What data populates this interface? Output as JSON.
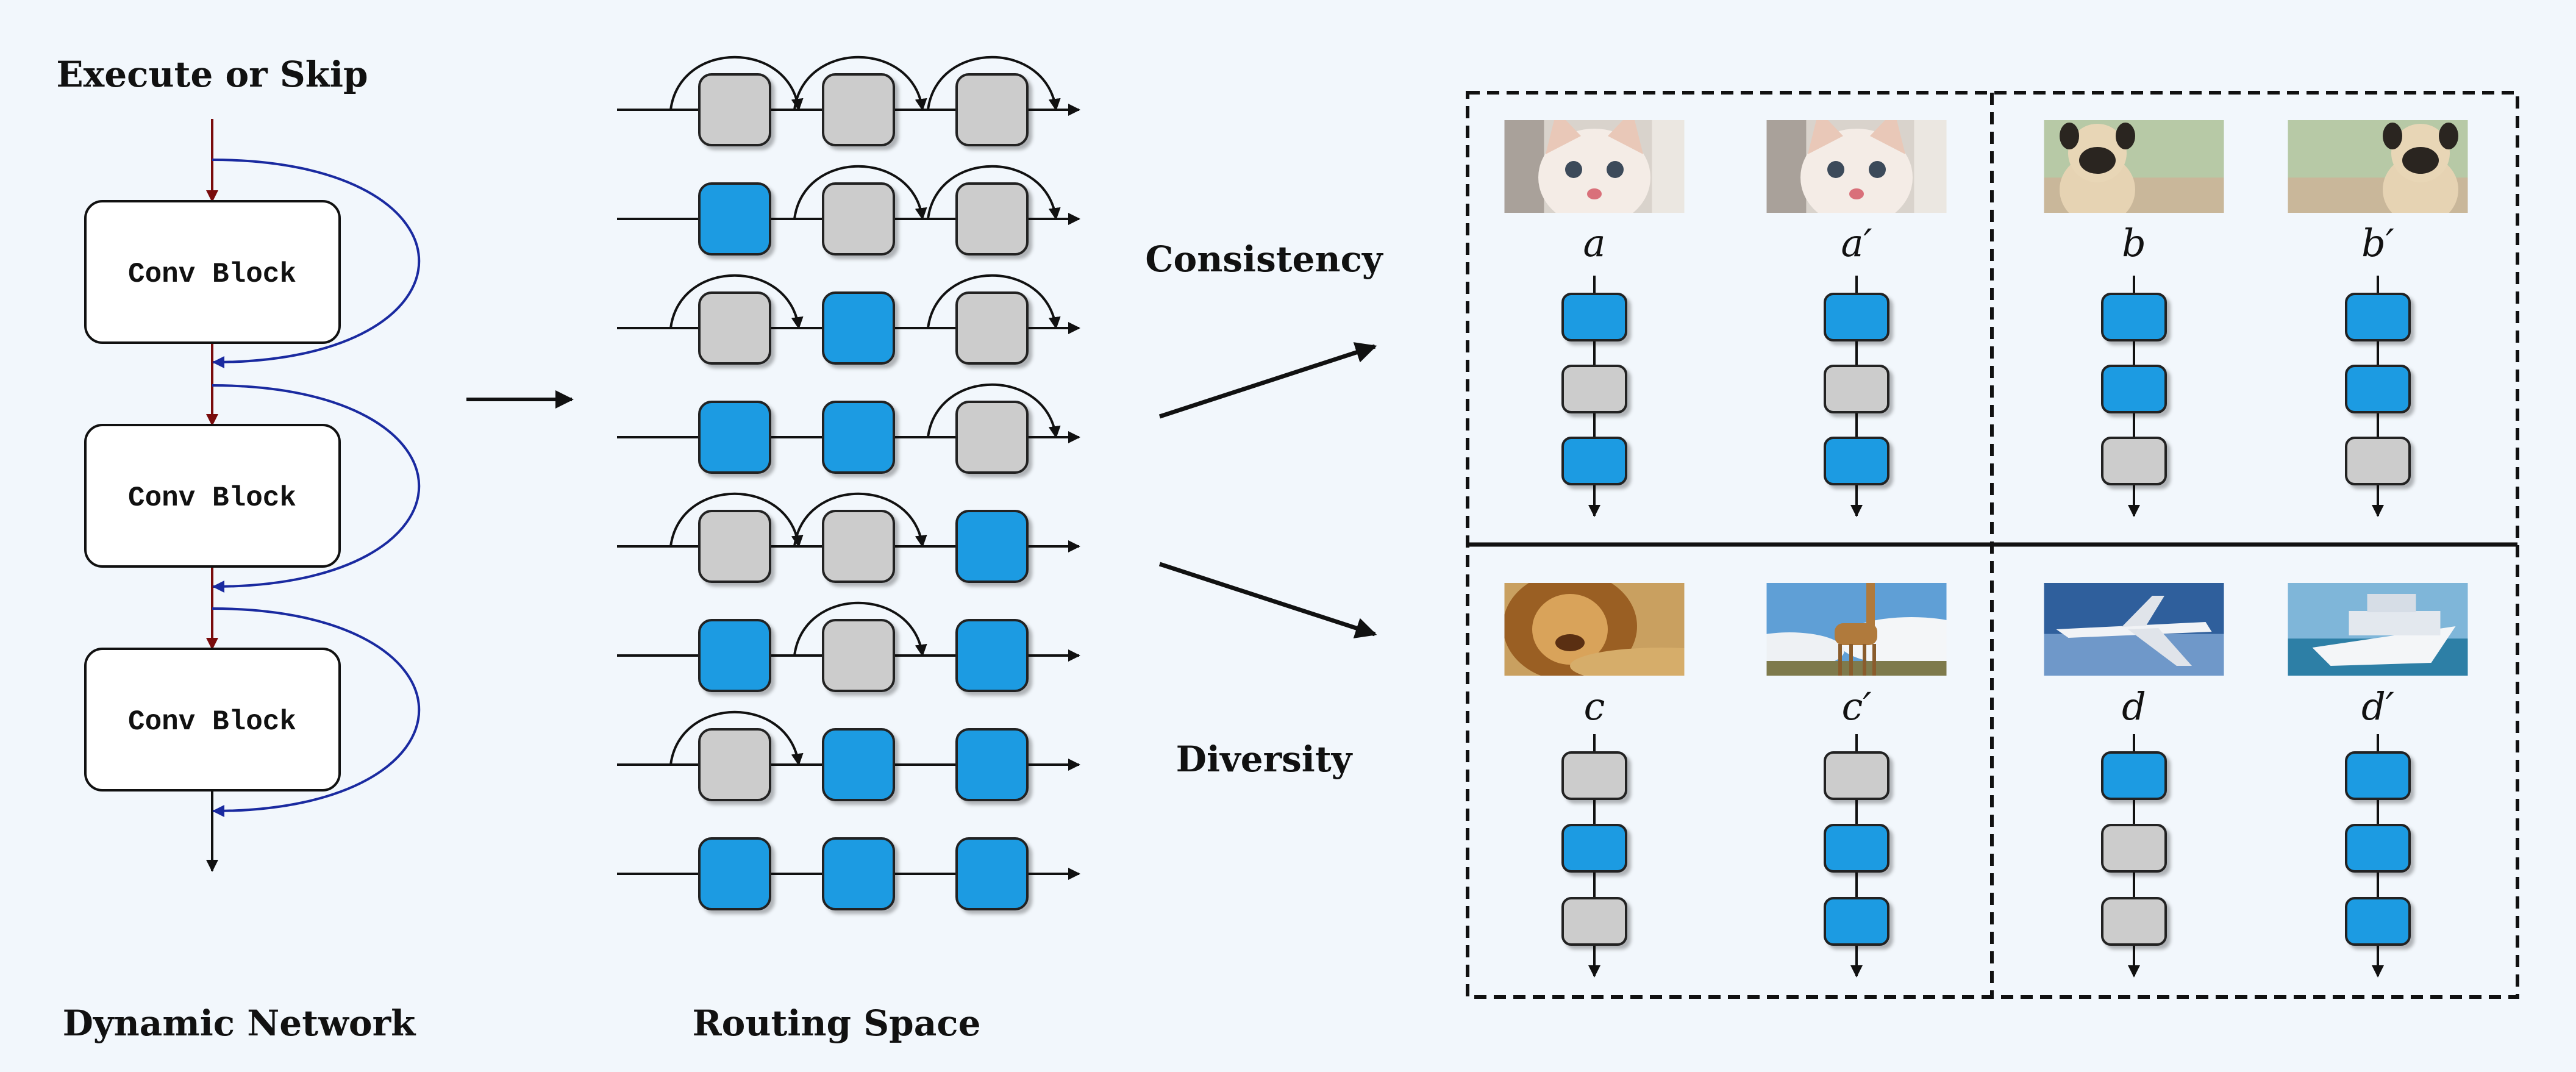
{
  "labels": {
    "execute_or_skip": "Execute or Skip",
    "dynamic_network": "Dynamic Network",
    "routing_space": "Routing Space",
    "consistency": "Consistency",
    "diversity": "Diversity"
  },
  "conv_blocks": [
    "Conv Block",
    "Conv Block",
    "Conv Block"
  ],
  "routing_rows": [
    [
      "skip",
      "skip",
      "skip"
    ],
    [
      "exec",
      "skip",
      "skip"
    ],
    [
      "skip",
      "exec",
      "skip"
    ],
    [
      "exec",
      "exec",
      "skip"
    ],
    [
      "skip",
      "skip",
      "exec"
    ],
    [
      "exec",
      "skip",
      "exec"
    ],
    [
      "skip",
      "exec",
      "exec"
    ],
    [
      "exec",
      "exec",
      "exec"
    ]
  ],
  "examples": [
    {
      "tag": "a",
      "image": "kitten-photo",
      "route": [
        "exec",
        "skip",
        "exec"
      ]
    },
    {
      "tag": "a′",
      "image": "kitten-photo-variant",
      "route": [
        "exec",
        "skip",
        "exec"
      ]
    },
    {
      "tag": "b",
      "image": "pug-photo",
      "route": [
        "exec",
        "exec",
        "skip"
      ]
    },
    {
      "tag": "b′",
      "image": "pug-photo-variant",
      "route": [
        "exec",
        "exec",
        "skip"
      ]
    },
    {
      "tag": "c",
      "image": "lion-photo",
      "route": [
        "skip",
        "exec",
        "skip"
      ]
    },
    {
      "tag": "c′",
      "image": "giraffe-photo",
      "route": [
        "skip",
        "exec",
        "exec"
      ]
    },
    {
      "tag": "d",
      "image": "airplane-photo",
      "route": [
        "exec",
        "skip",
        "skip"
      ]
    },
    {
      "tag": "d′",
      "image": "cruise-ship-photo",
      "route": [
        "exec",
        "exec",
        "exec"
      ]
    }
  ],
  "colors": {
    "background": "#f2f7fc",
    "execute": "#1c9be2",
    "skip": "#cccccc",
    "forward_arrow": "#7a0c0c",
    "skip_arrow": "#1a2aa0"
  }
}
